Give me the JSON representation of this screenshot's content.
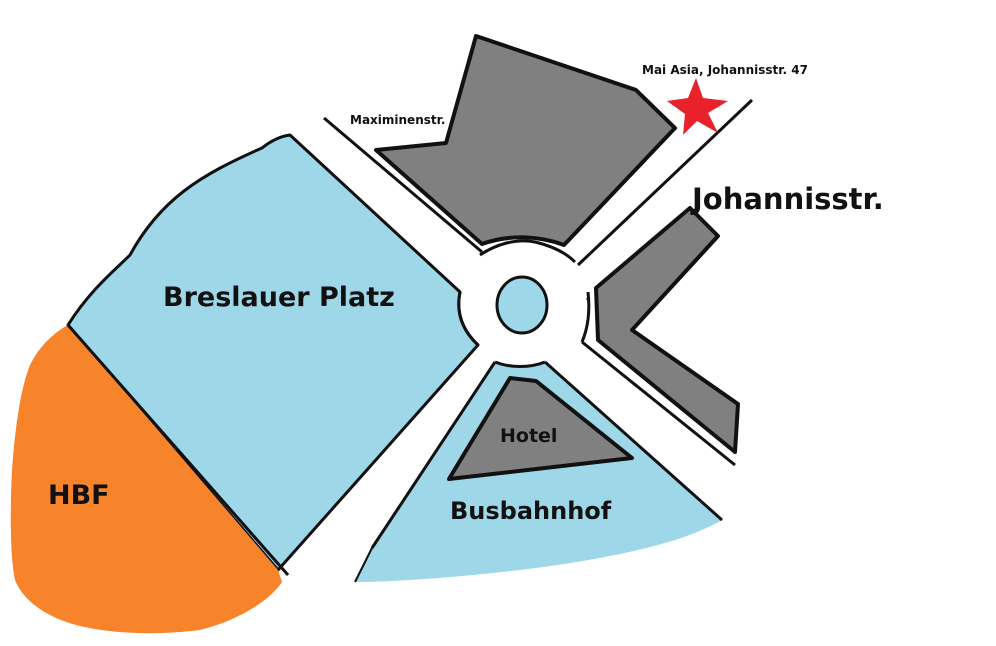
{
  "map": {
    "labels": {
      "breslauer_platz": "Breslauer Platz",
      "hbf": "HBF",
      "busbahnhof": "Busbahnhof",
      "hotel": "Hotel",
      "johannisstr": "Johannisstr.",
      "maximinenstr": "Maximinenstr.",
      "poi": "Mai Asia, Johannisstr. 47"
    },
    "colors": {
      "plaza": "#9ed8e8",
      "station": "#f7842a",
      "building": "#808080",
      "outline": "#111111",
      "marker": "#e8212b",
      "road": "#ffffff"
    },
    "icons": {
      "poi_marker": "star-icon"
    }
  }
}
